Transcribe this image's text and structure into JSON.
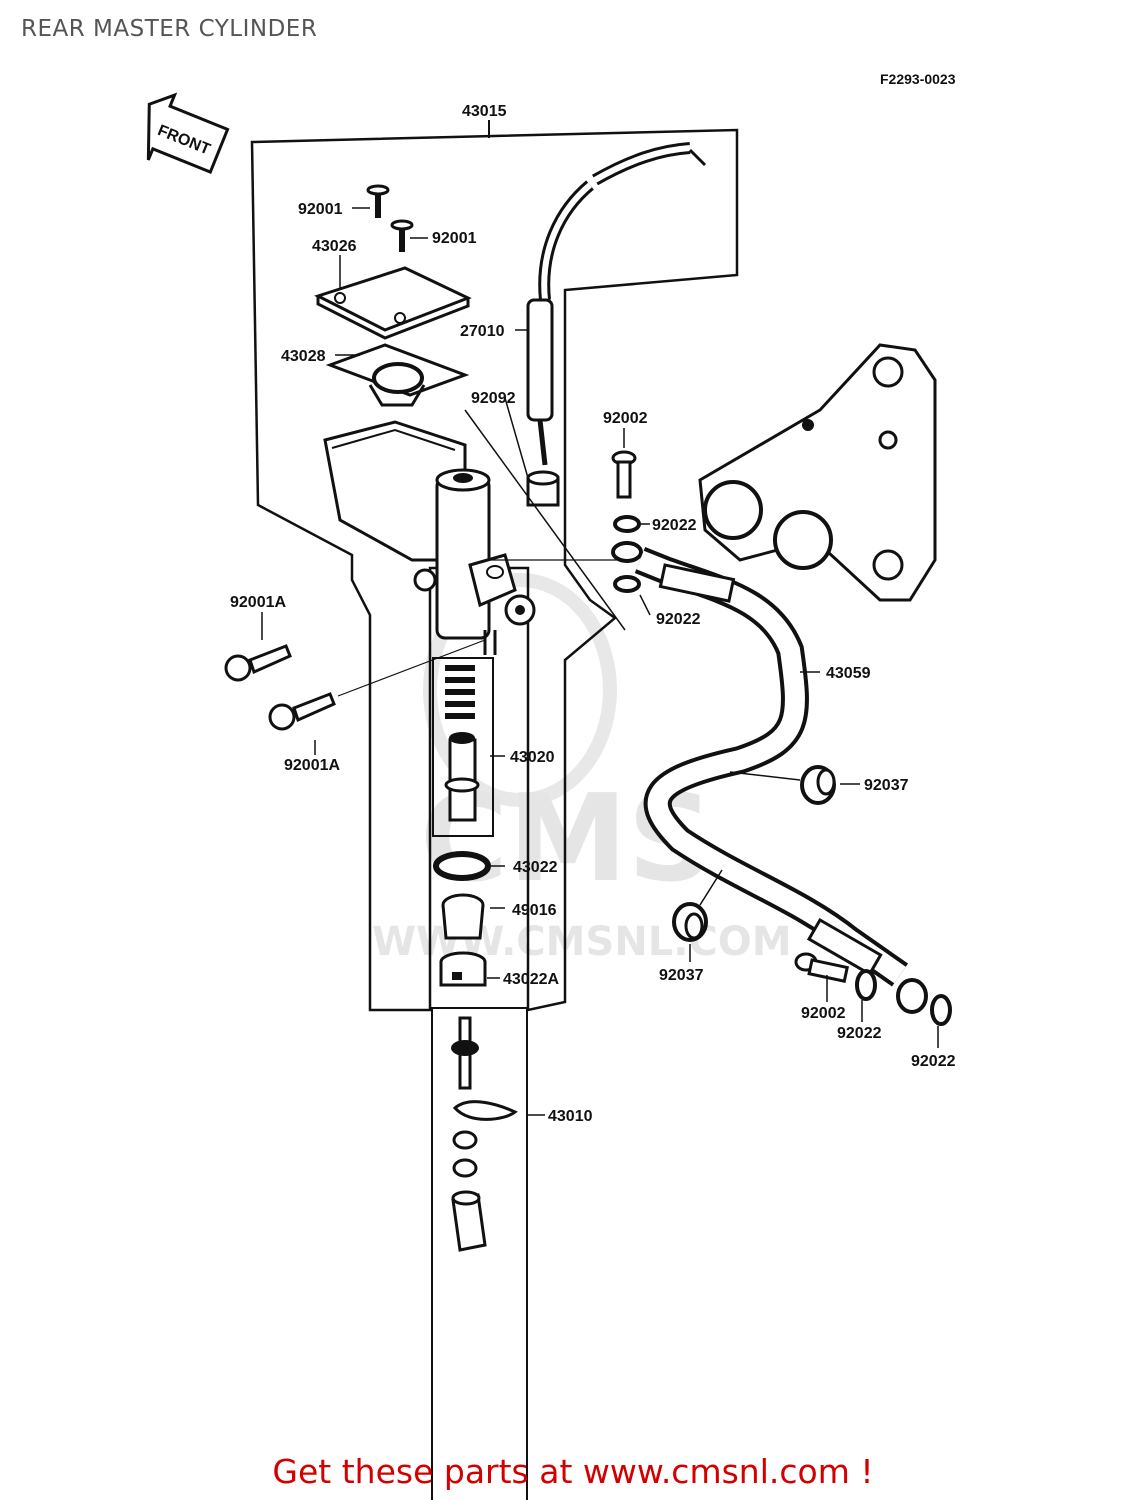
{
  "page": {
    "title": "REAR MASTER CYLINDER",
    "diagram_code": "F2293-0023",
    "footer_cta": "Get these parts at www.cmsnl.com !",
    "accent_color": "#d40000"
  },
  "watermark": {
    "logo_text": "CMS",
    "url_text": "WWW.CMSNL.COM"
  },
  "front_arrow": "FRONT",
  "parts": [
    "43015",
    "92001",
    "92001",
    "43026",
    "27010",
    "43028",
    "92092",
    "92002",
    "92022",
    "92022",
    "92001A",
    "43059",
    "92001A",
    "43020",
    "92037",
    "43022",
    "49016",
    "92037",
    "43022A",
    "92002",
    "92022",
    "92022",
    "43010"
  ]
}
